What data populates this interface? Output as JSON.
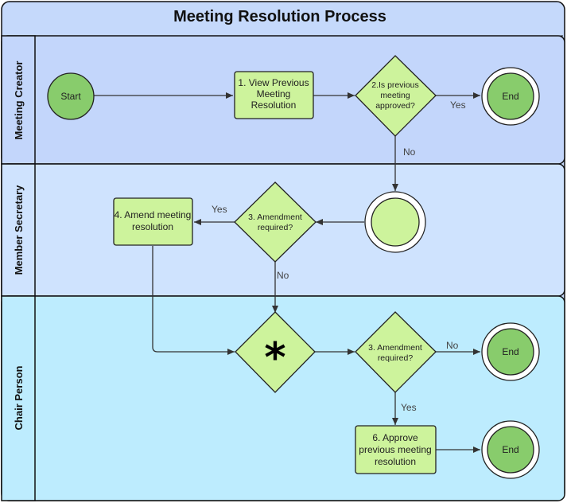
{
  "title": "Meeting Resolution Process",
  "lanes": [
    {
      "label": "Meeting Creator"
    },
    {
      "label": "Member Secretary"
    },
    {
      "label": "Chair Person"
    }
  ],
  "nodes": {
    "start": "Start",
    "view_prev": [
      "1. View Previous",
      "Meeting",
      "Resolution"
    ],
    "approved_q": [
      "2.Is previous",
      "meeting",
      "approved?"
    ],
    "end1": "End",
    "amend_q1": [
      "3. Amendment",
      "required?"
    ],
    "amend_meeting": [
      "4. Amend meeting",
      "resolution"
    ],
    "gateway": "*",
    "amend_q2": [
      "3. Amendment",
      "required?"
    ],
    "end2": "End",
    "approve": [
      "6. Approve",
      "previous meeting",
      "resolution"
    ],
    "end3": "End"
  },
  "edge_labels": {
    "approved_yes": "Yes",
    "approved_no": "No",
    "amend1_yes": "Yes",
    "amend1_no": "No",
    "amend2_no": "No",
    "amend2_yes": "Yes"
  },
  "colors": {
    "pool_header": "#c5d9fb",
    "lane1": "#c3d6fb",
    "lane2": "#cfe3fe",
    "lane3": "#bdecfe",
    "node_fill": "#cdf39c",
    "circle_fill": "#88cc6c"
  }
}
